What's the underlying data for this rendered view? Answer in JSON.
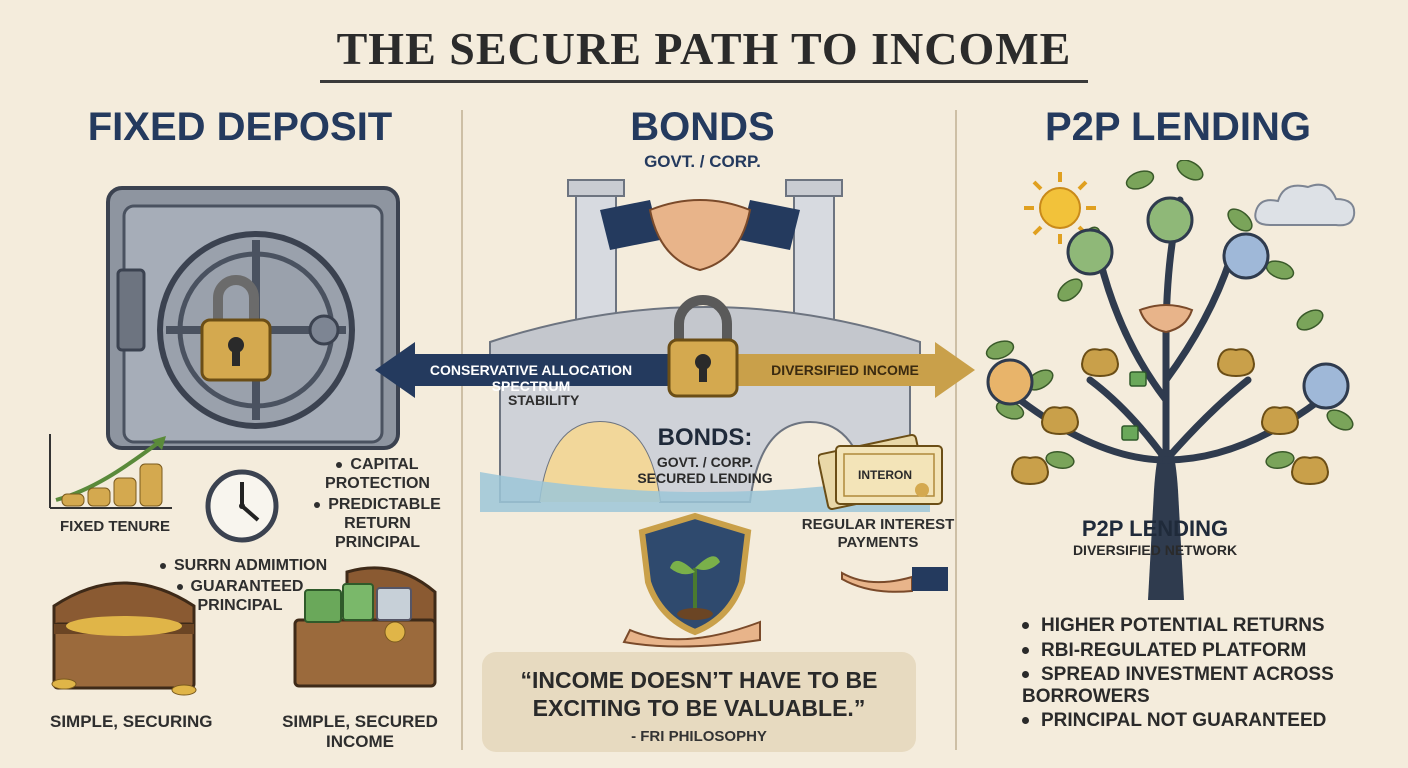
{
  "title": "THE SECURE PATH TO INCOME",
  "columns": {
    "fixed_deposit": {
      "heading": "FIXED DEPOSIT",
      "tenure_label": "FIXED TENURE",
      "bullets_right": [
        "CAPITAL PROTECTION",
        "PREDICTABLE RETURN PRINCIPAL"
      ],
      "bullets_mid": [
        "SURRN ADMIMTION",
        "GUARANTEED PRINCIPAL"
      ],
      "chest_left_label": "SIMPLE, SECURING",
      "chest_right_label": "SIMPLE, SECURED INCOME"
    },
    "bonds": {
      "heading": "BONDS",
      "subheading": "GOVT. / CORP.",
      "arrow_left": "CONSERVATIVE ALLOCATION SPECTRUM",
      "arrow_right": "DIVERSIFIED INCOME",
      "stability": "STABILITY",
      "center_heading": "BONDS:",
      "center_line1": "GOVT. / CORP.",
      "center_line2": "SECURED LENDING",
      "certificate_text": "INTERON",
      "interest_label": "REGULAR INTEREST PAYMENTS"
    },
    "p2p": {
      "heading": "P2P LENDING",
      "network_title": "P2P LENDING",
      "network_sub": "DIVERSIFIED NETWORK",
      "bullets": [
        "HIGHER POTENTIAL RETURNS",
        "RBI-REGULATED PLATFORM",
        "SPREAD INVESTMENT ACROSS BORROWERS",
        "PRINCIPAL NOT GUARANTEED"
      ]
    }
  },
  "quote": {
    "text": "“INCOME DOESN’T HAVE TO BE EXCITING TO BE VALUABLE.”",
    "author": "- FRI PHILOSOPHY"
  },
  "colors": {
    "navy": "#243a5e",
    "gold": "#c9a04a",
    "steel": "#7d8593",
    "leaf": "#7aa45a",
    "trunk": "#2f3b4e"
  }
}
